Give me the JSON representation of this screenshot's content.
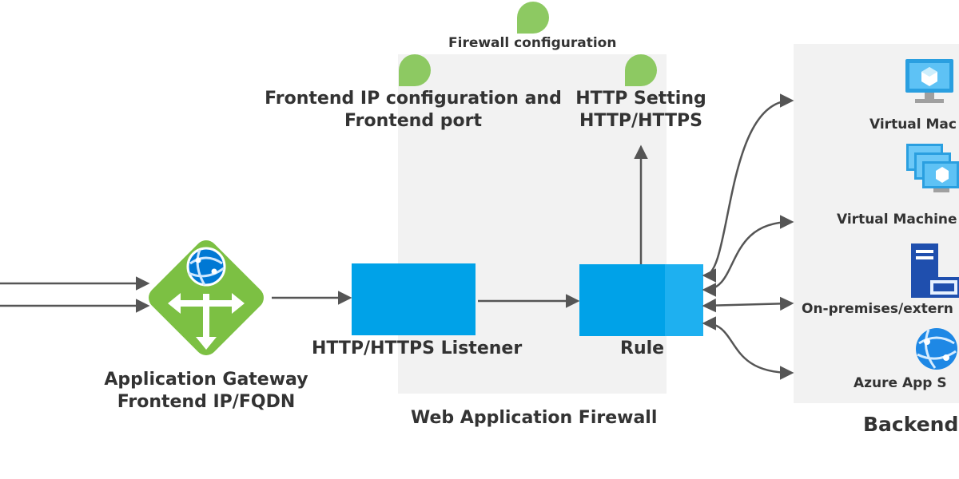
{
  "labels": {
    "firewall_config": "Firewall configuration",
    "frontend_ip_line1": "Frontend IP configuration and",
    "frontend_ip_line2": "Frontend port",
    "http_setting_line1": "HTTP Setting",
    "http_setting_line2": "HTTP/HTTPS",
    "gateway_line1": "Application Gateway",
    "gateway_line2": "Frontend IP/FQDN",
    "listener": "HTTP/HTTPS Listener",
    "rule": "Rule",
    "waf": "Web Application Firewall",
    "backend_title": "Backend",
    "backend_vm": "Virtual Mac",
    "backend_vmss": "Virtual Machine",
    "backend_onprem": "On-premises/extern",
    "backend_appservice": "Azure App S"
  },
  "icons": {
    "gateway": "application-gateway-icon",
    "vm": "virtual-machine-icon",
    "vmss": "virtual-machine-scale-set-icon",
    "onprem": "on-premises-server-icon",
    "appservice": "app-service-icon",
    "marker": "config-marker-icon"
  },
  "colors": {
    "block_blue": "#00a2e8",
    "gateway_green": "#7cc043",
    "marker_green": "#8dc962",
    "panel_gray": "#f2f2f2",
    "arrow_gray": "#555555",
    "text": "#333333"
  }
}
